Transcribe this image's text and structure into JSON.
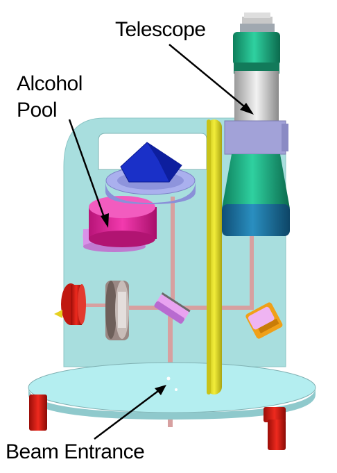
{
  "labels": {
    "telescope": "Telescope",
    "alcohol_pool_line1": "Alcohol",
    "alcohol_pool_line2": "Pool",
    "beam_entrance": "Beam Entrance"
  },
  "colors": {
    "panel": "#a8dede",
    "base": "#b4eef0",
    "beam": "#d7a0a0",
    "yellow": "#e6e024",
    "telescope_green": "#12a276",
    "telescope_blue": "#1b6f9a",
    "prism": "#1a30c8",
    "pink": "#e0289a",
    "red": "#dd1a12",
    "orange": "#f0a018"
  }
}
